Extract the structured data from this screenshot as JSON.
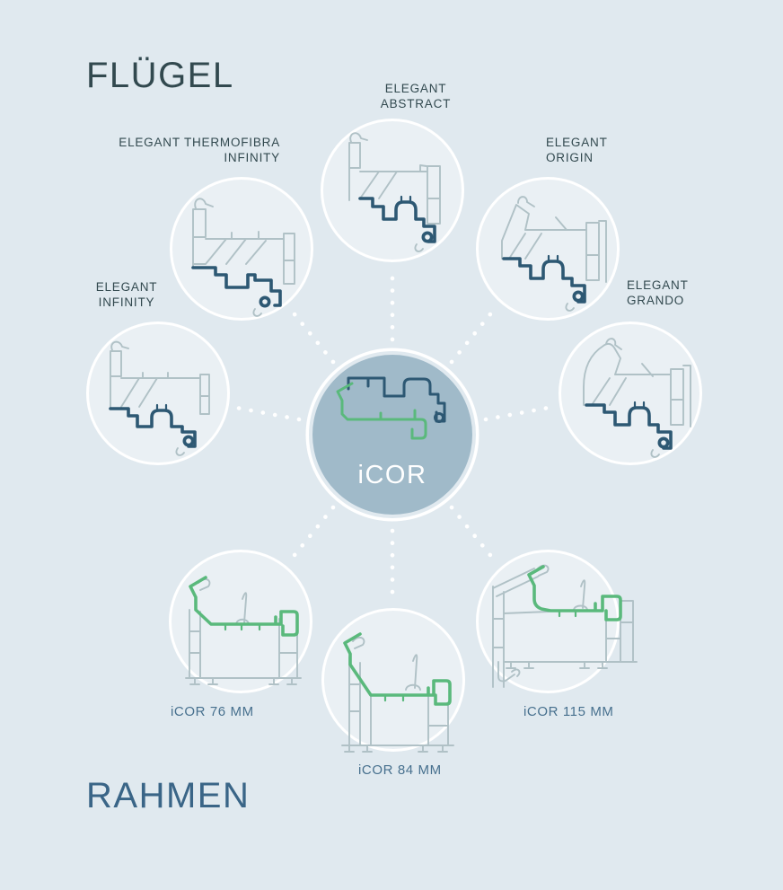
{
  "page": {
    "title_top": "FLÜGEL",
    "title_bottom": "RAHMEN"
  },
  "center": {
    "label": "iCOR"
  },
  "colors": {
    "background": "#e0e9ef",
    "circle_fill": "#eaf0f4",
    "circle_ring": "#ffffff",
    "center_fill": "#a0bac9",
    "sash_accent_blue": "#2d5873",
    "frame_accent_green": "#5ab97c",
    "profile_gray": "#b0c1c6",
    "title_top_color": "#32494f",
    "title_bottom_color": "#3a6587",
    "sash_label_color": "#32494f",
    "frame_label_color": "#47708e",
    "connector_dot_color": "#ffffff"
  },
  "sashes": [
    {
      "id": "elegant-thermofibra-infinity",
      "line1": "ELEGANT THERMOFIBRA",
      "line2": "INFINITY"
    },
    {
      "id": "elegant-abstract",
      "line1": "ELEGANT",
      "line2": "ABSTRACT"
    },
    {
      "id": "elegant-origin",
      "line1": "ELEGANT",
      "line2": "ORIGIN"
    },
    {
      "id": "elegant-infinity",
      "line1": "ELEGANT",
      "line2": "INFINITY"
    },
    {
      "id": "elegant-grando",
      "line1": "ELEGANT",
      "line2": "GRANDO"
    }
  ],
  "frames": [
    {
      "id": "icor-76",
      "label": "iCOR 76 MM"
    },
    {
      "id": "icor-84",
      "label": "iCOR 84 MM"
    },
    {
      "id": "icor-115",
      "label": "iCOR 115 MM"
    }
  ]
}
